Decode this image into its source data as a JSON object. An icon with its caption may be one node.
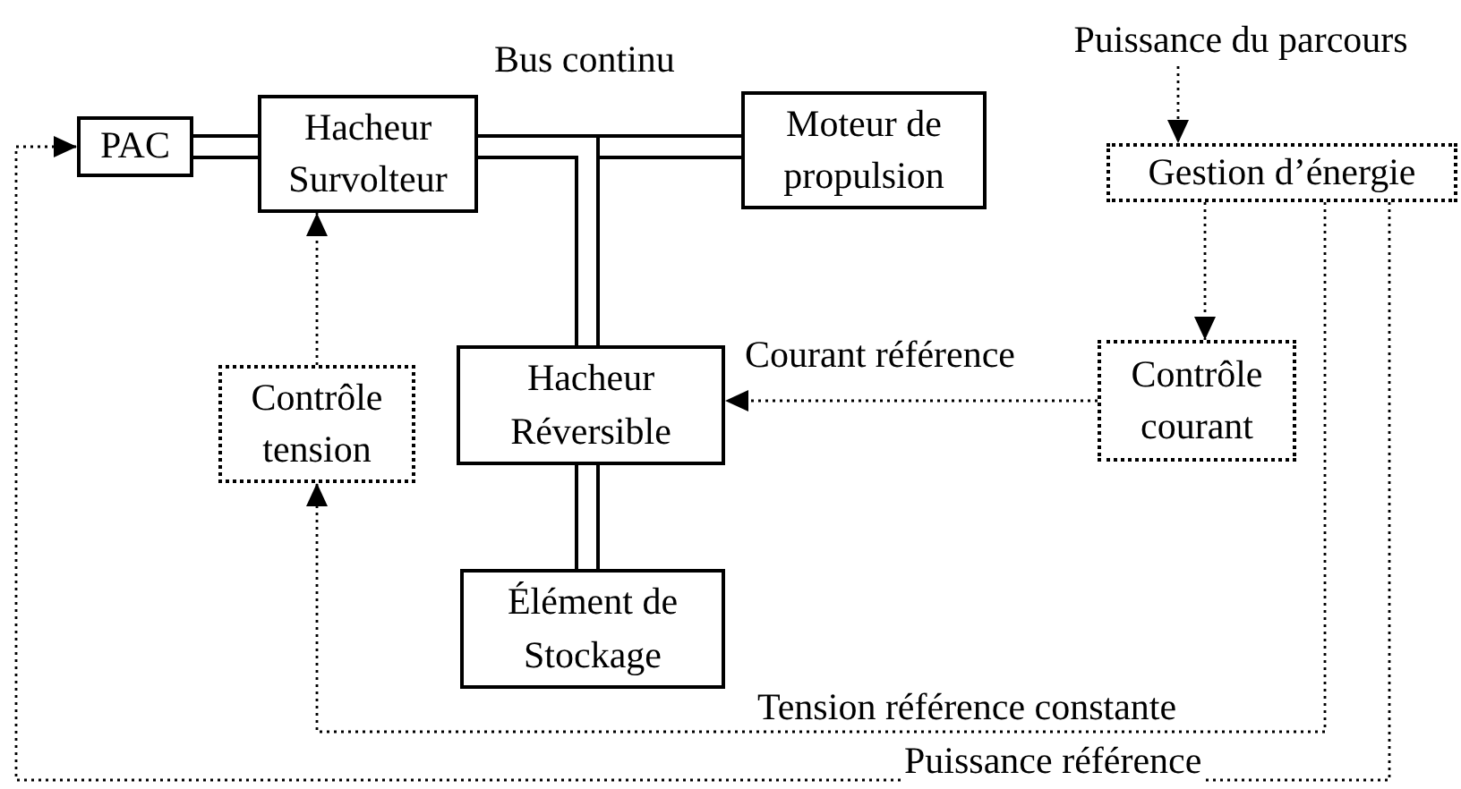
{
  "diagram": {
    "nodes": [
      {
        "text": [
          "PAC"
        ]
      },
      {
        "text": [
          "Hacheur Survolteur"
        ]
      },
      {
        "text": [
          "Moteur de propulsion"
        ]
      },
      {
        "text": [
          "Puissance du parcours"
        ]
      },
      {
        "text": [
          "Gestion d’énergie"
        ]
      },
      {
        "text": [
          "Contrôle tension"
        ]
      },
      {
        "text": [
          "Hacheur Réversible"
        ]
      },
      {
        "text": [
          "Contrôle courant"
        ]
      },
      {
        "text": [
          "Élément de Stockage"
        ]
      }
    ],
    "edges": [
      {
        "from": 3,
        "to": 4,
        "arrow": "to",
        "style": "dashed"
      },
      {
        "from": 4,
        "to": 7,
        "arrow": "to",
        "style": "dashed"
      },
      {
        "from": 7,
        "to": 6,
        "arrow": "to",
        "style": "dashed",
        "label": "Courant référence"
      },
      {
        "from": 5,
        "to": 1,
        "arrow": "to",
        "style": "dashed"
      },
      {
        "from": 4,
        "to": 5,
        "arrow": "to",
        "style": "dashed",
        "label": "Tension référence constante"
      },
      {
        "from": 4,
        "to": 0,
        "arrow": "to",
        "style": "dashed",
        "label": "Puissance référence"
      },
      {
        "from": 0,
        "to": 1,
        "arrow": "none"
      },
      {
        "from": 1,
        "to": 2,
        "arrow": "none",
        "label": "Bus continu"
      },
      {
        "from": 1,
        "to": 6,
        "arrow": "none"
      },
      {
        "from": 6,
        "to": 8,
        "arrow": "none"
      }
    ]
  }
}
